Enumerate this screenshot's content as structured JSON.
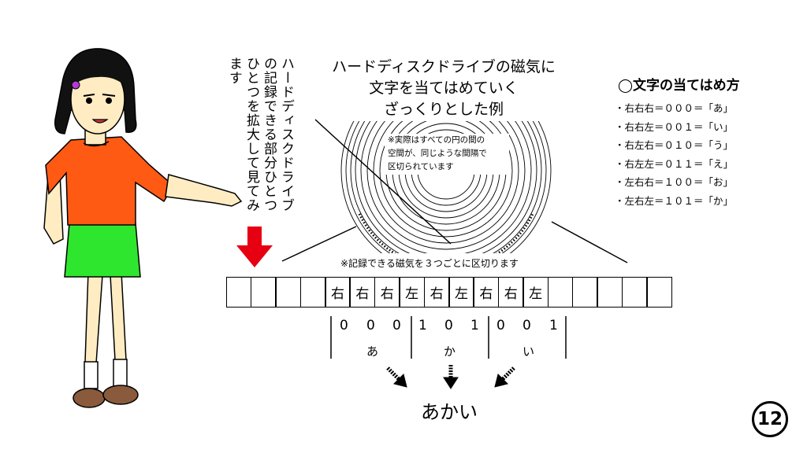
{
  "vertical_caption": "ハードディスクドライブの記録できる部分ひとつひとつを拡大して見てみます",
  "disk_title": [
    "ハードディスクドライブの磁気に",
    "文字を当てはめていく",
    "ざっくりとした例"
  ],
  "disk_note": [
    "※実際はすべての円の間の",
    "空間が、同じような間隔で",
    "区切られています"
  ],
  "mapping": {
    "title": "◯文字の当てはめ方",
    "rules": [
      "・右右右＝０００＝「あ」",
      "・右右左＝００１＝「い」",
      "・右左右＝０１０＝「う」",
      "・右左左＝０１１＝「え」",
      "・左右右＝１００＝「お」",
      "・左右左＝１０１＝「か」"
    ]
  },
  "split_note": "※記録できる磁気を３つごとに区切ります",
  "cells": [
    "",
    "",
    "",
    "",
    "右",
    "右",
    "右",
    "左",
    "右",
    "左",
    "右",
    "右",
    "左",
    "",
    "",
    "",
    "",
    ""
  ],
  "bits": [
    "0",
    "0",
    "0",
    "1",
    "0",
    "1",
    "0",
    "0",
    "1"
  ],
  "chars": [
    "あ",
    "か",
    "い"
  ],
  "result": "あかい",
  "page_number": "12",
  "colors": {
    "arrow_red": "#e60012",
    "shirt": "#ff5a14",
    "skirt": "#2ee62e",
    "skin": "#ffecc2",
    "shoes": "#8a5a3c",
    "hair": "#111111",
    "hair_clip": "#b23bd6"
  }
}
